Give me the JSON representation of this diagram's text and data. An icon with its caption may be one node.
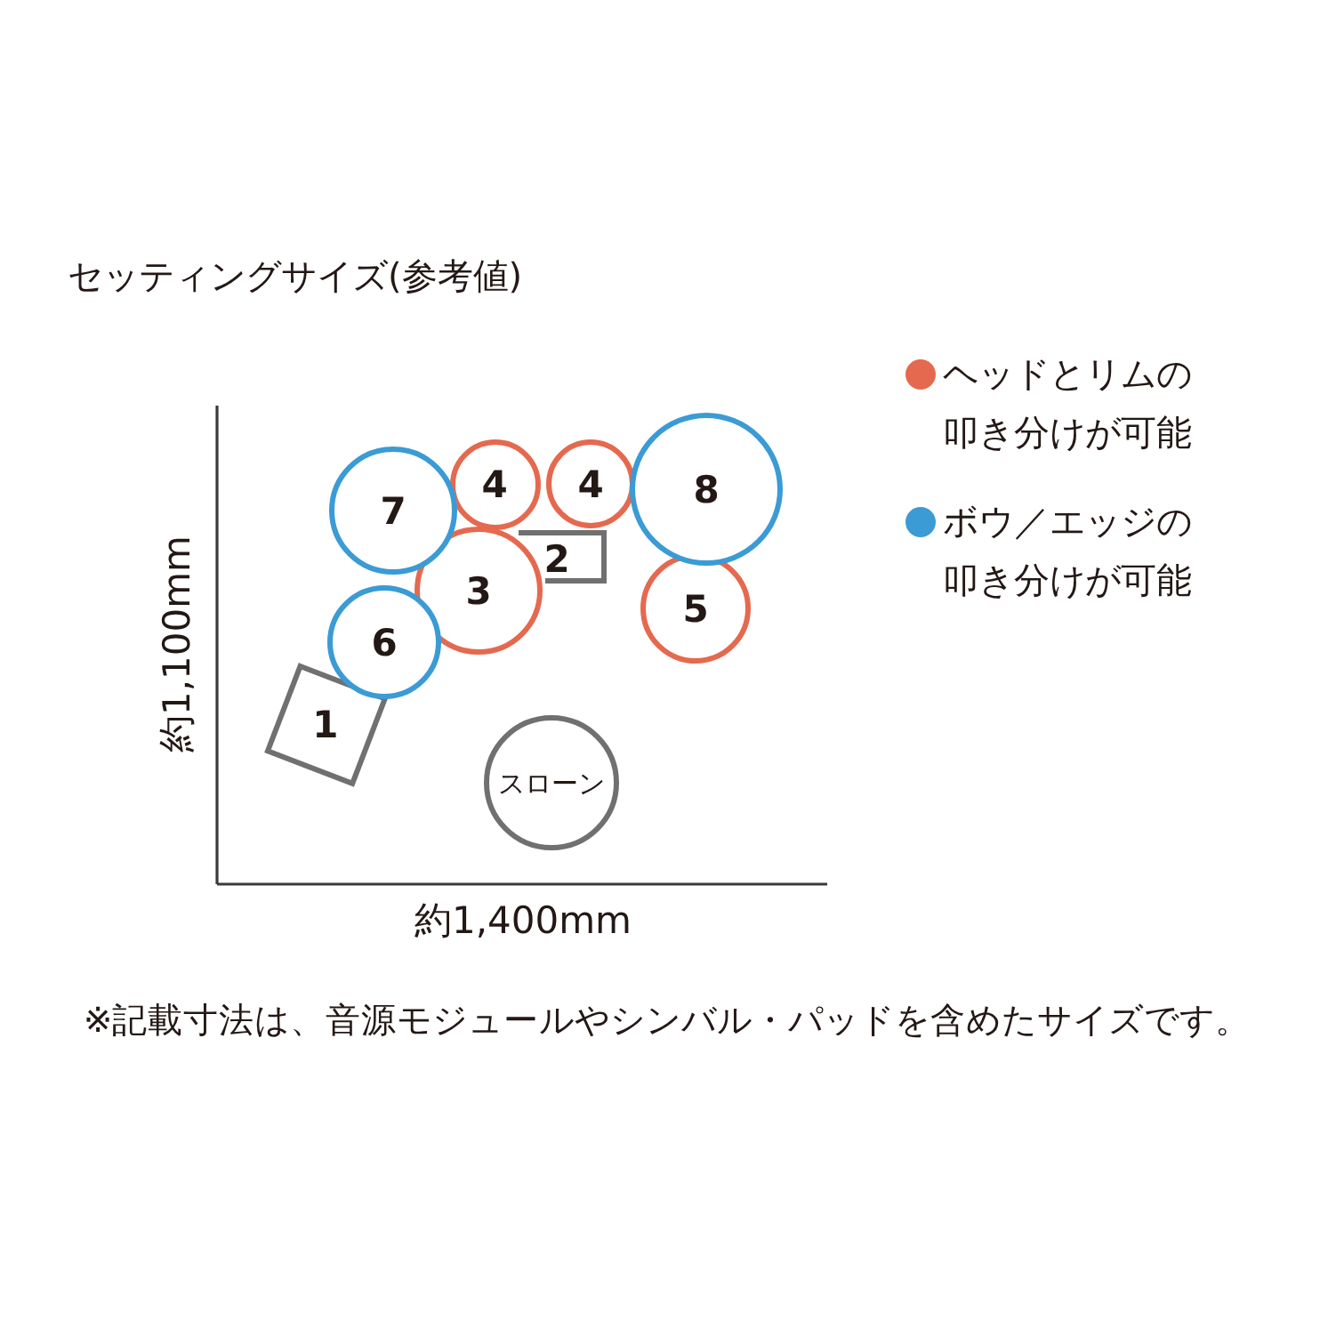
{
  "diagram": {
    "title": "セッティングサイズ(参考値)",
    "caption": "※記載寸法は、音源モジュールやシンバル・パッドを含めたサイズです。",
    "nodes": [
      {
        "text": [
          "7"
        ]
      },
      {
        "text": [
          "4"
        ]
      },
      {
        "text": [
          "4"
        ]
      },
      {
        "text": [
          "8"
        ]
      },
      {
        "text": [
          "2"
        ]
      },
      {
        "text": [
          "3"
        ]
      },
      {
        "text": [
          "5"
        ]
      },
      {
        "text": [
          "6"
        ]
      },
      {
        "text": [
          "1"
        ]
      },
      {
        "text": [
          "スローン"
        ]
      }
    ],
    "labels": [
      "約1,100mm",
      "約1,400mm"
    ],
    "legend": [
      {
        "text": "ヘッドとリムの叩き分けが可能",
        "color": "#e5694f"
      },
      {
        "text": "ボウ／エッジの叩き分けが可能",
        "color": "#3a9bd5"
      }
    ]
  }
}
